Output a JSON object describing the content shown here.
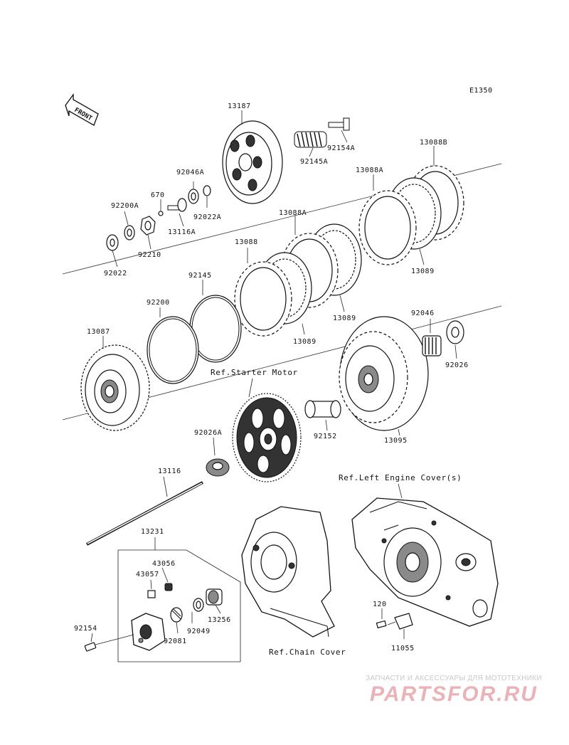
{
  "diagram_code": "E1350",
  "front_label": "FRONT",
  "refs": {
    "starter_motor": "Ref.Starter Motor",
    "left_engine_cover": "Ref.Left Engine Cover(s)",
    "chain_cover": "Ref.Chain Cover"
  },
  "parts": {
    "p13187": "13187",
    "p92154A": "92154A",
    "p92145A": "92145A",
    "p13088B": "13088B",
    "p13088A_top": "13088A",
    "p92046A": "92046A",
    "p670": "670",
    "p92200A": "92200A",
    "p92022A": "92022A",
    "p13116A": "13116A",
    "p13088A_mid": "13088A",
    "p13088": "13088",
    "p92210": "92210",
    "p92022": "92022",
    "p13089_right": "13089",
    "p92145": "92145",
    "p92200": "92200",
    "p13089_mid": "13089",
    "p13089_low": "13089",
    "p92046": "92046",
    "p13087": "13087",
    "p92026": "92026",
    "p92152": "92152",
    "p13095": "13095",
    "p92026A": "92026A",
    "p13116": "13116",
    "p13231": "13231",
    "p43056": "43056",
    "p43057": "43057",
    "p13256": "13256",
    "p92049": "92049",
    "p92081": "92081",
    "p92154": "92154",
    "p120": "120",
    "p11055": "11055"
  },
  "watermark": {
    "tagline": "ЗАПЧАСТИ И АКСЕССУАРЫ ДЛЯ МОТОТЕХНИКИ",
    "logo": "PARTSFOR.RU"
  }
}
